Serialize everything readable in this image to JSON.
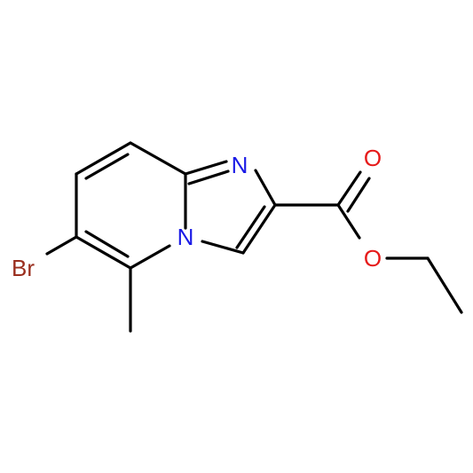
{
  "atoms": {
    "n_imine": "N",
    "n_bridge": "N",
    "o_carbonyl": "O",
    "o_ester": "O",
    "br": "Br"
  },
  "colors": {
    "bond": "#000000",
    "nitrogen": "#1a1ae6",
    "oxygen": "#e61a1a",
    "bromine": "#9a2e1e",
    "background": "#ffffff"
  }
}
